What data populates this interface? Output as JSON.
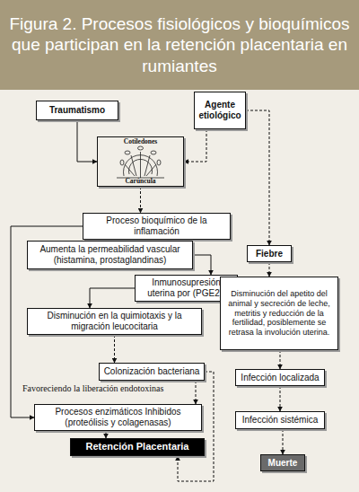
{
  "diagram": {
    "title": "Figura 2. Procesos fisiológicos y bioquímicos que participan en la retención placentaria en rumiantes",
    "nodes": [
      {
        "text": [
          "Traumatismo"
        ]
      },
      {
        "text": [
          "Agente etiológico"
        ]
      },
      {
        "text": [
          "Cotiledones",
          "Carúncula"
        ]
      },
      {
        "text": [
          "Proceso bioquímico de la inflamación"
        ]
      },
      {
        "text": [
          "Aumenta la permeabilidad vascular (histamina, prostaglandinas)"
        ]
      },
      {
        "text": [
          "Fiebre"
        ]
      },
      {
        "text": [
          "Inmunosupresión uterina por (PGE2),"
        ]
      },
      {
        "text": [
          "Disminución en la quimiotaxis y la migración leucocitaria"
        ]
      },
      {
        "text": [
          "Disminución del apetito del animal y secreción de leche, metritis y reducción de la fertilidad, posiblemente se retrasa la involución uterina."
        ]
      },
      {
        "text": [
          "Colonización bacteriana"
        ]
      },
      {
        "text": [
          "Infección localizada"
        ]
      },
      {
        "text": [
          "Procesos enzimáticos Inhibidos (proteólisis y colagenasas)"
        ]
      },
      {
        "text": [
          "Infección sistémica"
        ]
      },
      {
        "text": [
          "Retención Placentaria"
        ]
      },
      {
        "text": [
          "Muerte"
        ]
      }
    ],
    "edges": [
      {
        "from": 0,
        "to": 2,
        "arrow": "to"
      },
      {
        "from": 1,
        "to": 2,
        "arrow": "to"
      },
      {
        "from": 2,
        "to": 3,
        "arrow": "to"
      },
      {
        "from": 1,
        "to": 5,
        "arrow": "to"
      },
      {
        "from": 3,
        "to": 4,
        "arrow": "to"
      },
      {
        "from": 4,
        "to": 6,
        "arrow": "to"
      },
      {
        "from": 6,
        "to": 7,
        "arrow": "to"
      },
      {
        "from": 3,
        "to": 11,
        "arrow": "to"
      },
      {
        "from": 7,
        "to": 9,
        "arrow": "to"
      },
      {
        "from": 9,
        "to": 11,
        "arrow": "to"
      },
      {
        "from": 9,
        "to": 13,
        "arrow": "to"
      },
      {
        "from": 11,
        "to": 13,
        "arrow": "to"
      },
      {
        "from": 5,
        "to": 8,
        "arrow": "to"
      },
      {
        "from": 8,
        "to": 10,
        "arrow": "to"
      },
      {
        "from": 10,
        "to": 12,
        "arrow": "to"
      },
      {
        "from": 12,
        "to": 14,
        "arrow": "to"
      }
    ],
    "labels": [
      "Favoreciendo la liberación endotoxinas"
    ]
  }
}
